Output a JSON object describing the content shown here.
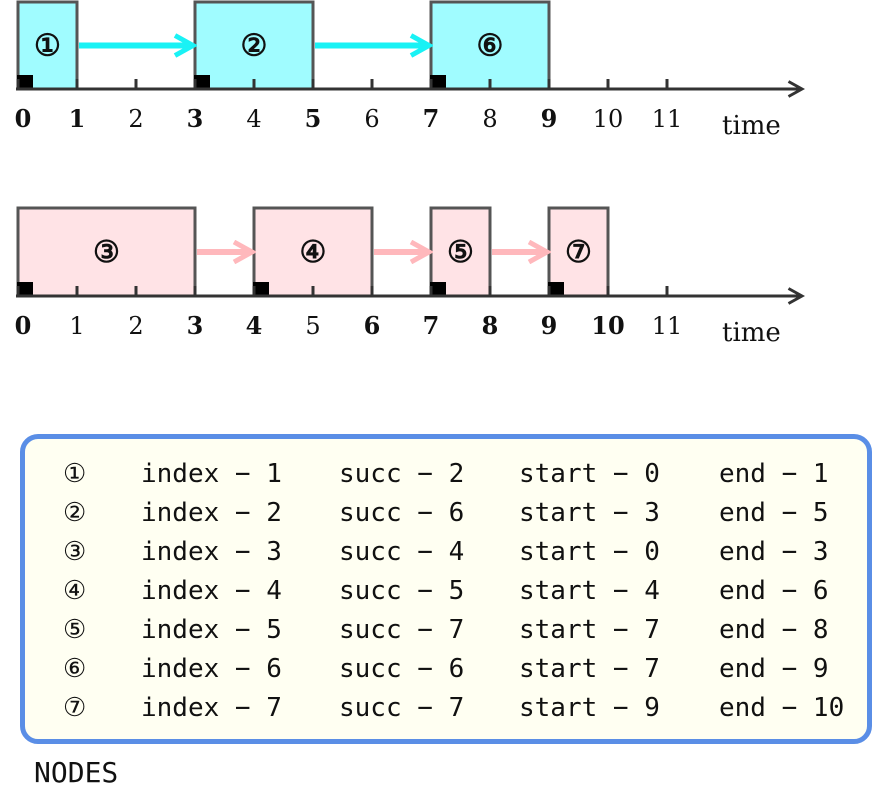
{
  "timelines": [
    {
      "id": "top",
      "color": "#a0fcff",
      "arrow_color": "#19f2f5",
      "ticks": [
        {
          "label": "0",
          "bold": true
        },
        {
          "label": "1",
          "bold": true
        },
        {
          "label": "2",
          "bold": false
        },
        {
          "label": "3",
          "bold": true
        },
        {
          "label": "4",
          "bold": false
        },
        {
          "label": "5",
          "bold": true
        },
        {
          "label": "6",
          "bold": false
        },
        {
          "label": "7",
          "bold": true
        },
        {
          "label": "8",
          "bold": false
        },
        {
          "label": "9",
          "bold": true
        },
        {
          "label": "10",
          "bold": false
        },
        {
          "label": "11",
          "bold": false
        }
      ],
      "axis_label": "time",
      "boxes": [
        {
          "label": "①",
          "start": 0,
          "end": 1
        },
        {
          "label": "②",
          "start": 3,
          "end": 5
        },
        {
          "label": "⑥",
          "start": 7,
          "end": 9
        }
      ]
    },
    {
      "id": "bottom",
      "color": "#ffe3e6",
      "arrow_color": "#ffb8bc",
      "ticks": [
        {
          "label": "0",
          "bold": true
        },
        {
          "label": "1",
          "bold": false
        },
        {
          "label": "2",
          "bold": false
        },
        {
          "label": "3",
          "bold": true
        },
        {
          "label": "4",
          "bold": true
        },
        {
          "label": "5",
          "bold": false
        },
        {
          "label": "6",
          "bold": true
        },
        {
          "label": "7",
          "bold": true
        },
        {
          "label": "8",
          "bold": true
        },
        {
          "label": "9",
          "bold": true
        },
        {
          "label": "10",
          "bold": true
        },
        {
          "label": "11",
          "bold": false
        }
      ],
      "axis_label": "time",
      "boxes": [
        {
          "label": "③",
          "start": 0,
          "end": 3
        },
        {
          "label": "④",
          "start": 4,
          "end": 6
        },
        {
          "label": "⑤",
          "start": 7,
          "end": 8
        },
        {
          "label": "⑦",
          "start": 9,
          "end": 10
        }
      ]
    }
  ],
  "nodes": {
    "caption": "NODES",
    "rows": [
      {
        "circ": "①",
        "index": "index − 1",
        "succ": "succ − 2",
        "start": "start − 0",
        "end": "end − 1"
      },
      {
        "circ": "②",
        "index": "index − 2",
        "succ": "succ − 6",
        "start": "start − 3",
        "end": "end − 5"
      },
      {
        "circ": "③",
        "index": "index − 3",
        "succ": "succ − 4",
        "start": "start − 0",
        "end": "end − 3"
      },
      {
        "circ": "④",
        "index": "index − 4",
        "succ": "succ − 5",
        "start": "start − 4",
        "end": "end − 6"
      },
      {
        "circ": "⑤",
        "index": "index − 5",
        "succ": "succ − 7",
        "start": "start − 7",
        "end": "end − 8"
      },
      {
        "circ": "⑥",
        "index": "index − 6",
        "succ": "succ − 6",
        "start": "start − 7",
        "end": "end − 9"
      },
      {
        "circ": "⑦",
        "index": "index − 7",
        "succ": "succ − 7",
        "start": "start − 9",
        "end": "end − 10"
      }
    ]
  }
}
